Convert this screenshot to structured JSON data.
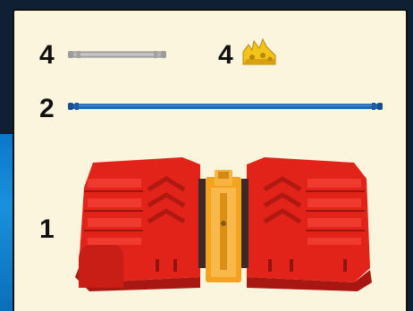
{
  "parts": [
    {
      "quantity": "4",
      "part": "gray-axle-short"
    },
    {
      "quantity": "4",
      "part": "yellow-connector"
    },
    {
      "quantity": "2",
      "part": "blue-axle-long"
    },
    {
      "quantity": "1",
      "part": "red-engine-block"
    }
  ],
  "colors": {
    "panel": "#fcf5dd",
    "frame": "#0f2034",
    "accent_blue": "#0b78c8",
    "red": "#e2231a",
    "orange": "#f4a21f",
    "gray": "#a9a9a9",
    "yellow": "#f2c318",
    "blue_axle": "#2168b5"
  }
}
